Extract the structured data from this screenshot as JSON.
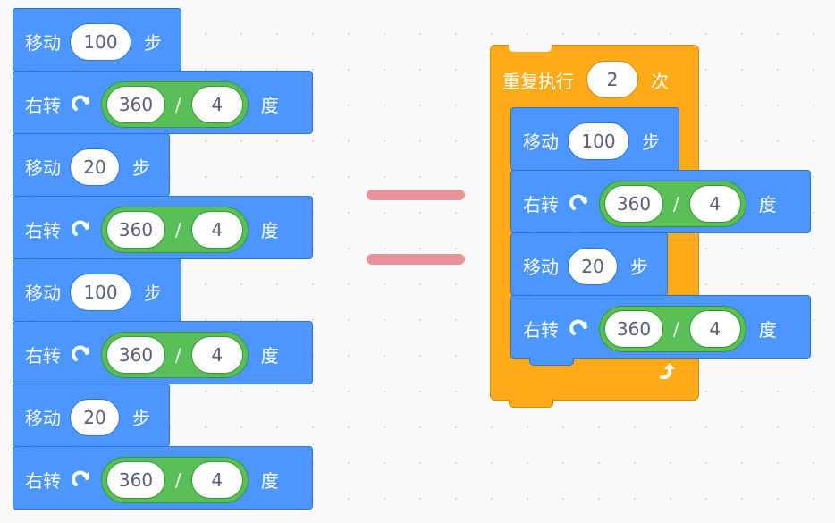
{
  "labels": {
    "move": "移动",
    "steps": "步",
    "turn": "右转",
    "degrees": "度",
    "divide": "/",
    "repeat": "重复执行",
    "times": "次"
  },
  "left_stack": [
    {
      "type": "move",
      "value": "100"
    },
    {
      "type": "turn",
      "left": "360",
      "right": "4"
    },
    {
      "type": "move",
      "value": "20"
    },
    {
      "type": "turn",
      "left": "360",
      "right": "4"
    },
    {
      "type": "move",
      "value": "100"
    },
    {
      "type": "turn",
      "left": "360",
      "right": "4"
    },
    {
      "type": "move",
      "value": "20"
    },
    {
      "type": "turn",
      "left": "360",
      "right": "4"
    }
  ],
  "repeat_block": {
    "count": "2",
    "body": [
      {
        "type": "move",
        "value": "100"
      },
      {
        "type": "turn",
        "left": "360",
        "right": "4"
      },
      {
        "type": "move",
        "value": "20"
      },
      {
        "type": "turn",
        "left": "360",
        "right": "4"
      }
    ]
  },
  "icons": {
    "turn": "rotate-right-icon",
    "loop": "repeat-arrow-icon"
  },
  "colors": {
    "motion": "#4c97ff",
    "operator": "#59c059",
    "control": "#ffab19",
    "equals_sign": "#e8939a"
  }
}
